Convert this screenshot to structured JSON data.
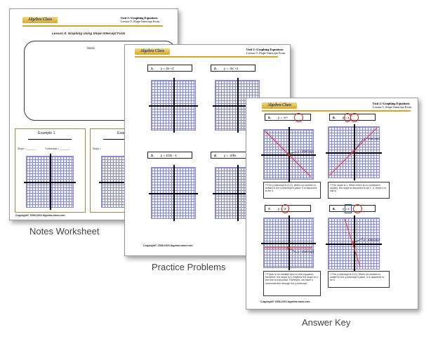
{
  "brand": "Algebra Class",
  "unit_title": "Unit 2: Graphing Equations",
  "lesson_subtitle": "Lesson 5: Slope Intercept Form",
  "copyright": "Copyright© 2008-2016 Algebra-class.com",
  "notes": {
    "lesson_title": "Lesson 5: Graphing Using Slope Intercept Form",
    "notes_label": "Notes",
    "example1_label": "Example 1",
    "example2_label": "Exam",
    "slope_label": "Slope = ______",
    "intercept_label": "Y-intercept = _______",
    "slope_label_2": "Slope =",
    "caption": "Notes Worksheet"
  },
  "practice": {
    "caption": "Practice Problems",
    "problems": [
      {
        "num": "1.",
        "eq": "y = 2x +2"
      },
      {
        "num": "2.",
        "eq": "y = -3x +1"
      },
      {
        "num": "3.",
        "eq": "y = 1/3x - 4"
      },
      {
        "num": "4.",
        "eq": "y = -2/5x"
      }
    ]
  },
  "answer": {
    "caption": "Answer Key",
    "problems": [
      {
        "num": "5.",
        "eq": "y = -x+"
      },
      {
        "num": "6.",
        "eq": "y = x"
      },
      {
        "num": "7.",
        "eq": "y = -2"
      },
      {
        "num": "8.",
        "eq": "y = x"
      }
    ],
    "label_yint": "y - intercept",
    "note5": "**The y-intercept is (0,0). When no number is written in the y-intercept's place, it is assumed to be 0.",
    "note6": "**The slope is 1. When there is no coefficient (slope), the slope is assumed to be 1. (1 times x is still x)",
    "note7": "**There is no variable term in this equation; therefore, the slope is 0. Anytime the slope is 0, the line is horizontal. Therefore, we have a horizontal line through the y-intercept",
    "note8": "**The y-intercept is (0,0). When no number is written in the y-intercept's place, it is assumed to be 0."
  },
  "colors": {
    "line": "#e8442e",
    "circle": "#e02020",
    "gold": "#d8a42a",
    "grid": "#8b8bd4"
  }
}
